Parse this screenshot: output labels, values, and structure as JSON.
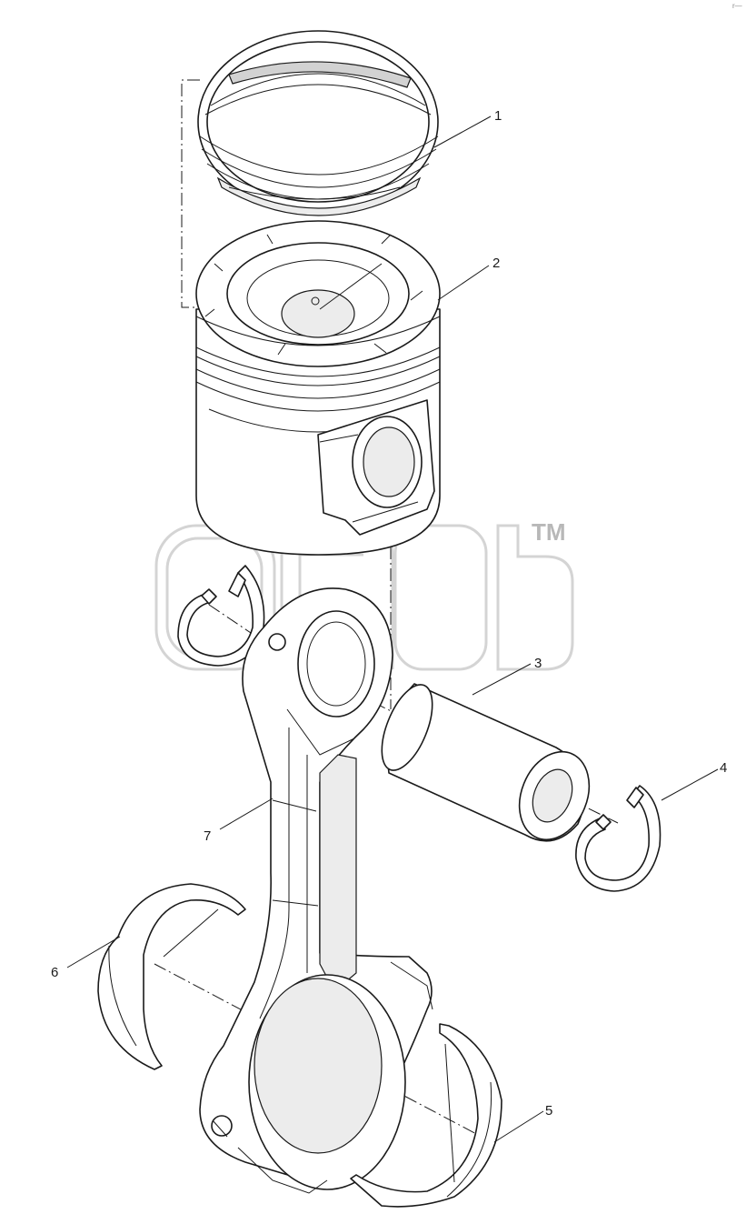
{
  "corner_mark": "r—",
  "watermark": {
    "trademark": "TM"
  },
  "callouts": [
    {
      "id": "1",
      "label": "1"
    },
    {
      "id": "2",
      "label": "2"
    },
    {
      "id": "3",
      "label": "3"
    },
    {
      "id": "4",
      "label": "4"
    },
    {
      "id": "5",
      "label": "5"
    },
    {
      "id": "6",
      "label": "6"
    },
    {
      "id": "7",
      "label": "7"
    }
  ],
  "colors": {
    "line": "#1a1a1a",
    "watermark": "#d4d4d4",
    "background": "#ffffff"
  }
}
